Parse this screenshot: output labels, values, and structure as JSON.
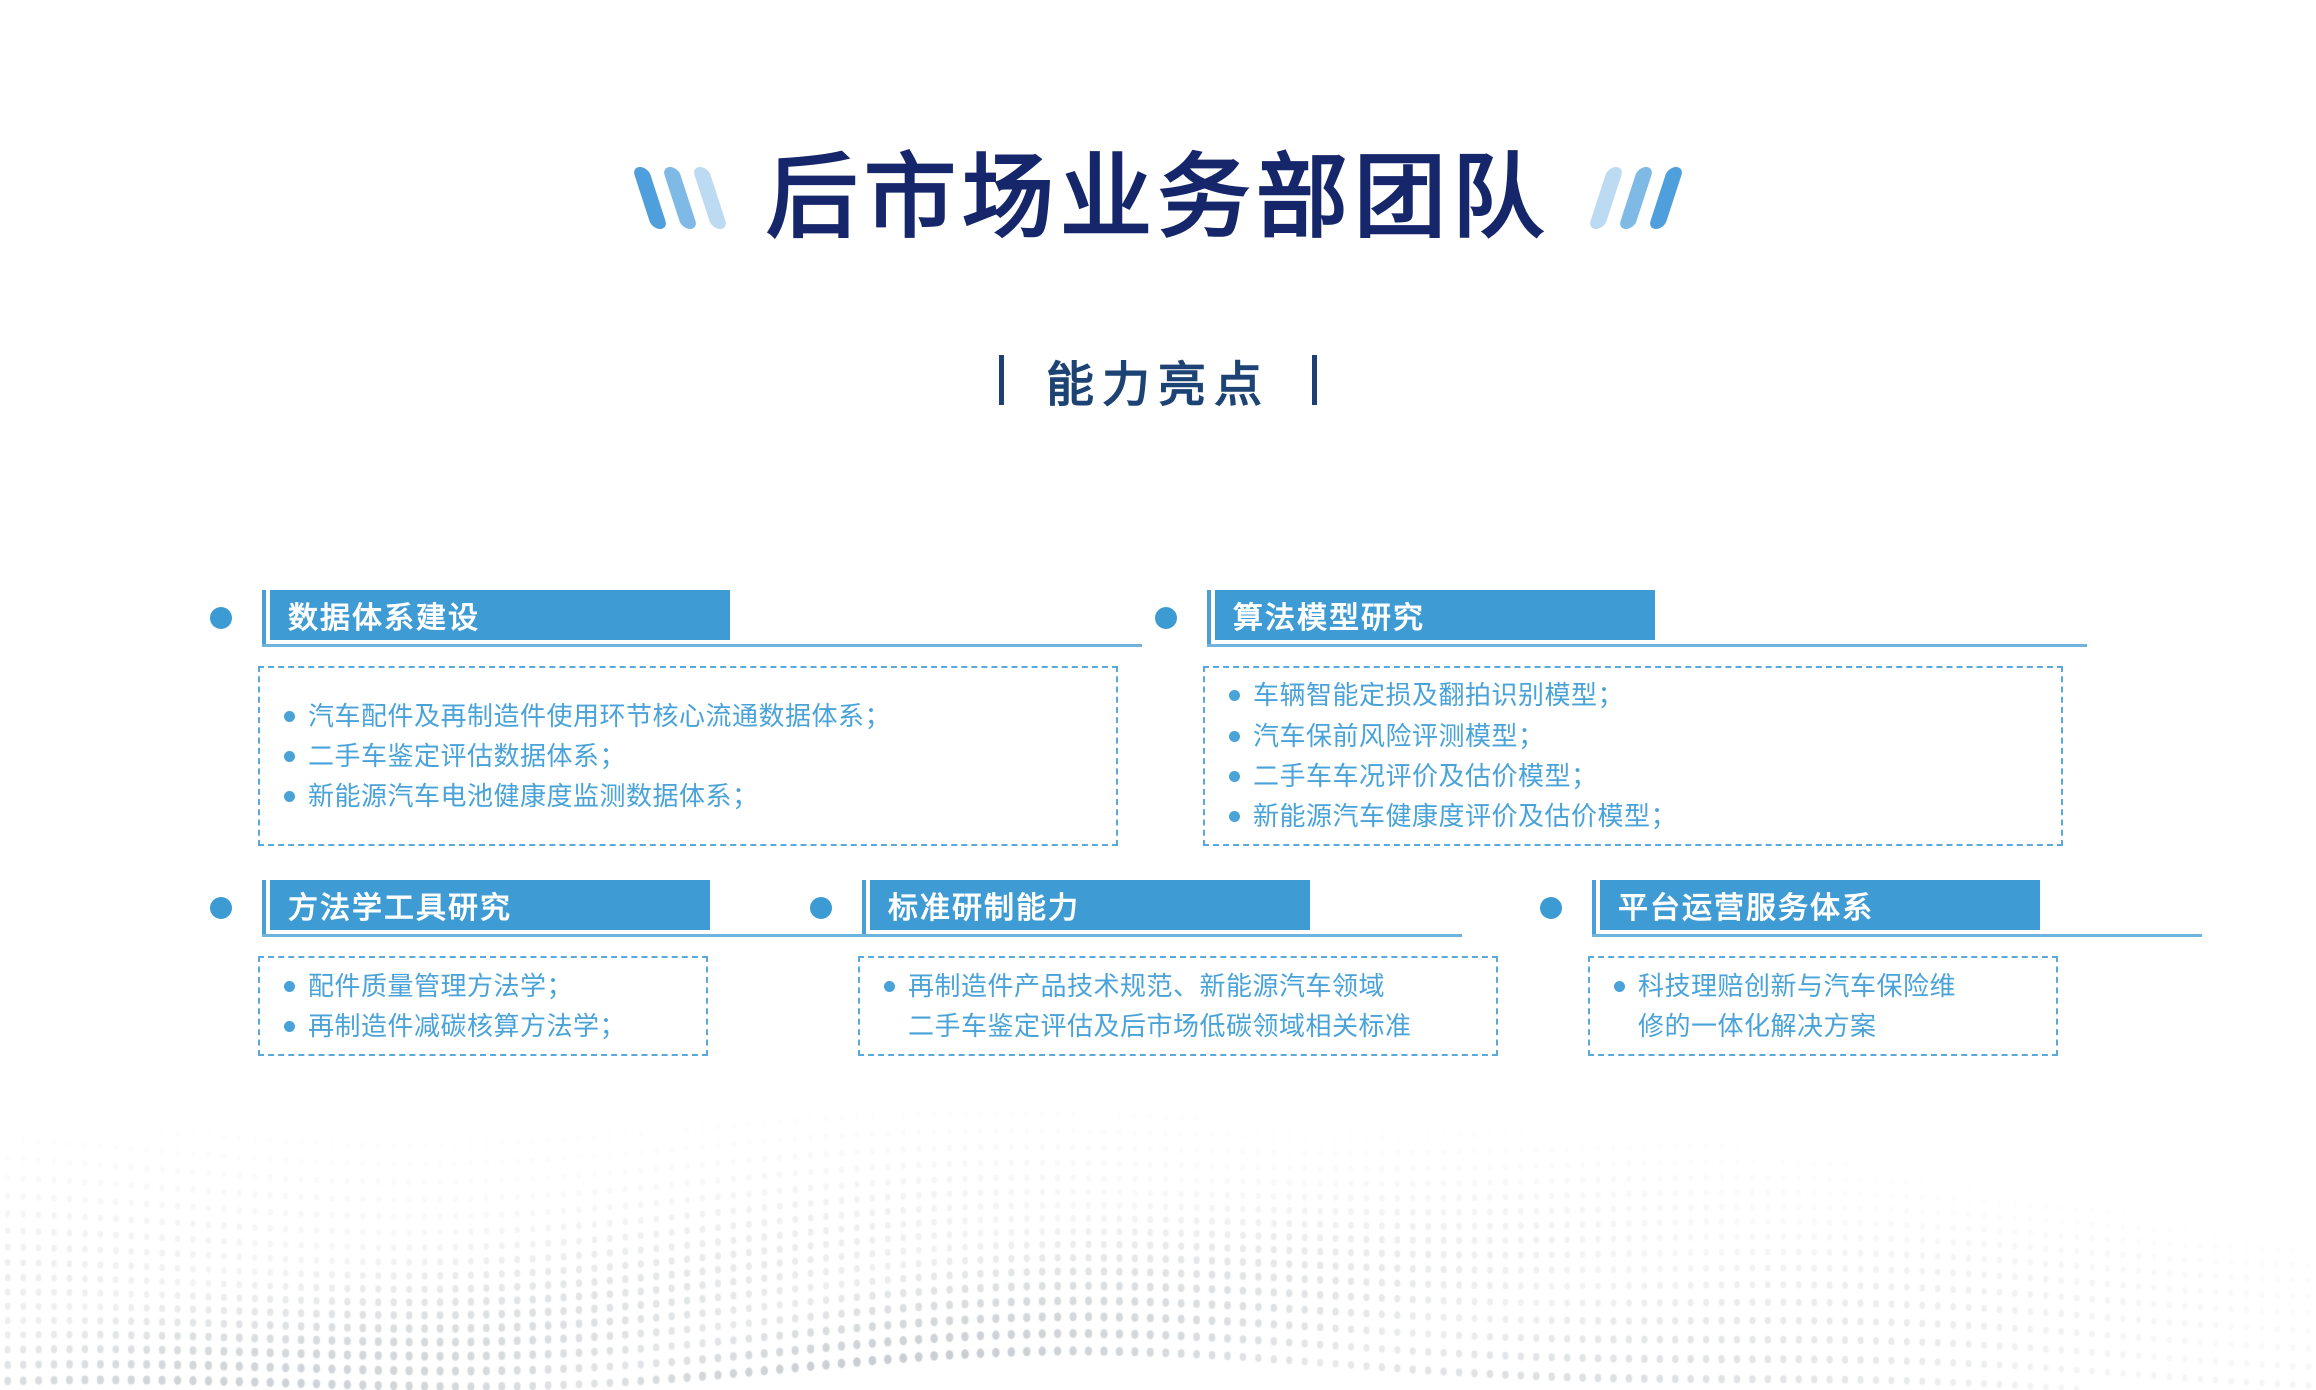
{
  "title": {
    "text": "后市场业务部团队",
    "left_decor": "triple-slash-left",
    "right_decor": "triple-slash-right",
    "color": "#16266b"
  },
  "subtitle": {
    "text": "能力亮点",
    "color": "#1d4274",
    "divider": "vertical-bar"
  },
  "theme": {
    "title_navy": "#16266b",
    "subtitle_navy": "#1d4274",
    "header_blue": "#3f9bd3",
    "accent_blue": "#4aa3d8",
    "dash_border": "#5aa9da",
    "background": "#ffffff",
    "dot_gray": "#cfd3d6"
  },
  "cards": [
    {
      "id": "data",
      "title": "数据体系建设",
      "items": [
        [
          "汽车配件及再制造件使用环节核心流通数据体系；"
        ],
        [
          "二手车鉴定评估数据体系；"
        ],
        [
          "新能源汽车电池健康度监测数据体系；"
        ]
      ]
    },
    {
      "id": "algo",
      "title": "算法模型研究",
      "items": [
        [
          "车辆智能定损及翻拍识别模型；"
        ],
        [
          "汽车保前风险评测模型；"
        ],
        [
          "二手车车况评价及估价模型；"
        ],
        [
          "新能源汽车健康度评价及估价模型；"
        ]
      ]
    },
    {
      "id": "method",
      "title": "方法学工具研究",
      "items": [
        [
          "配件质量管理方法学；"
        ],
        [
          "再制造件减碳核算方法学；"
        ]
      ]
    },
    {
      "id": "standard",
      "title": "标准研制能力",
      "items": [
        [
          "再制造件产品技术规范、新能源汽车领域",
          "二手车鉴定评估及后市场低碳领域相关标准"
        ]
      ]
    },
    {
      "id": "platform",
      "title": "平台运营服务体系",
      "items": [
        [
          "科技理赔创新与汽车保险维",
          "修的一体化解决方案"
        ]
      ]
    }
  ]
}
